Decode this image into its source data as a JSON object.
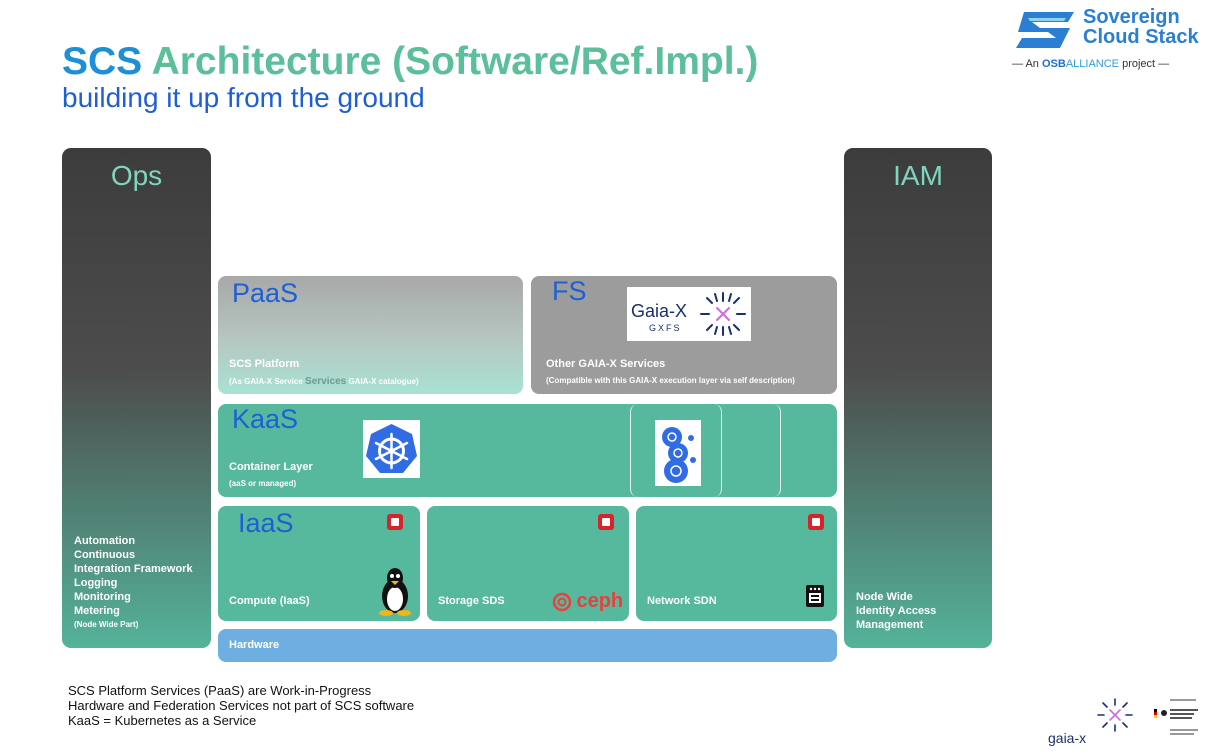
{
  "title": {
    "scs": "SCS",
    "rest": "Architecture (Software/Ref.Impl.)"
  },
  "subtitle": "building it up from the ground",
  "logo": {
    "line1": "Sovereign",
    "line2": "Cloud Stack",
    "sub_prefix": "An",
    "sub_osb": "OSB",
    "sub_alliance": "ALLIANCE",
    "sub_suffix": "project"
  },
  "ops": {
    "title": "Ops",
    "items": [
      "Automation",
      "Continuous",
      "Integration Framework",
      "Logging",
      "Monitoring",
      "Metering"
    ],
    "note": "(Node Wide Part)"
  },
  "iam": {
    "title": "IAM",
    "items": [
      "Node Wide",
      "Identity Access",
      "Management"
    ]
  },
  "paas": {
    "label": "PaaS",
    "text": "SCS Platform",
    "small_a": "(As GAIA-X Service",
    "small_overlay": "Services",
    "small_b": "GAIA-X catalogue)"
  },
  "fs": {
    "label": "FS",
    "text": "Other GAIA-X Services",
    "small": "(Compatible with this GAIA-X execution layer via self description)",
    "gaia_logo_text": "Gaia-X",
    "gaia_logo_sub": "GXFS"
  },
  "kaas": {
    "label": "KaaS",
    "text": "Container Layer",
    "small": "(aaS or managed)"
  },
  "iaas": {
    "label": "IaaS",
    "compute": "Compute (IaaS)",
    "storage": "Storage SDS",
    "network": "Network SDN",
    "ceph": "ceph"
  },
  "hardware": {
    "label": "Hardware"
  },
  "footnotes": [
    "SCS Platform Services (PaaS) are Work-in-Progress",
    "Hardware and Federation Services not part of SCS software",
    "KaaS = Kubernetes as a Service"
  ],
  "bottom_logo": {
    "text": "gaia-x"
  },
  "colors": {
    "teal": "#56b89c",
    "dark": "#3c3c3c",
    "blue_label": "#1e5fd6",
    "hardware": "#6faee0",
    "openstack_red": "#d8232a"
  }
}
